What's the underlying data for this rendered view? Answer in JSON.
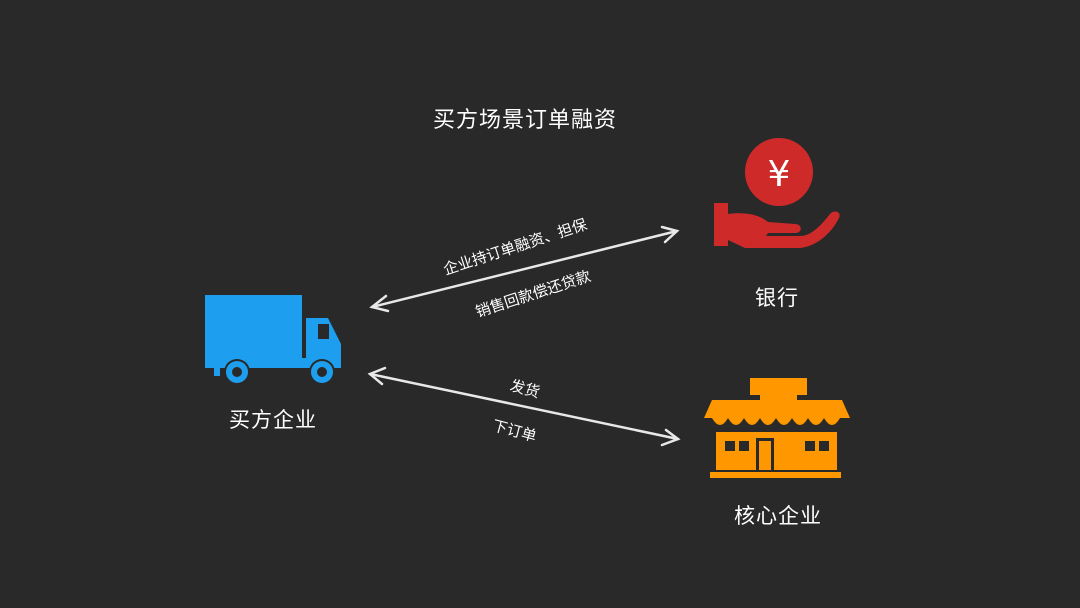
{
  "title": "买方场景订单融资",
  "nodes": {
    "buyer": {
      "label": "买方企业",
      "icon": "truck-icon",
      "color": "#1e9eef"
    },
    "bank": {
      "label": "银行",
      "icon": "hand-yuan-coin-icon",
      "color": "#cf2a2a"
    },
    "core": {
      "label": "核心企业",
      "icon": "storefront-icon",
      "color": "#ff9800"
    }
  },
  "edges": {
    "buyer_bank": {
      "upper_label": "企业持订单融资、担保",
      "lower_label": "销售回款偿还贷款"
    },
    "buyer_core": {
      "upper_label": "发货",
      "lower_label": "下订单"
    }
  },
  "coin_symbol": "¥"
}
